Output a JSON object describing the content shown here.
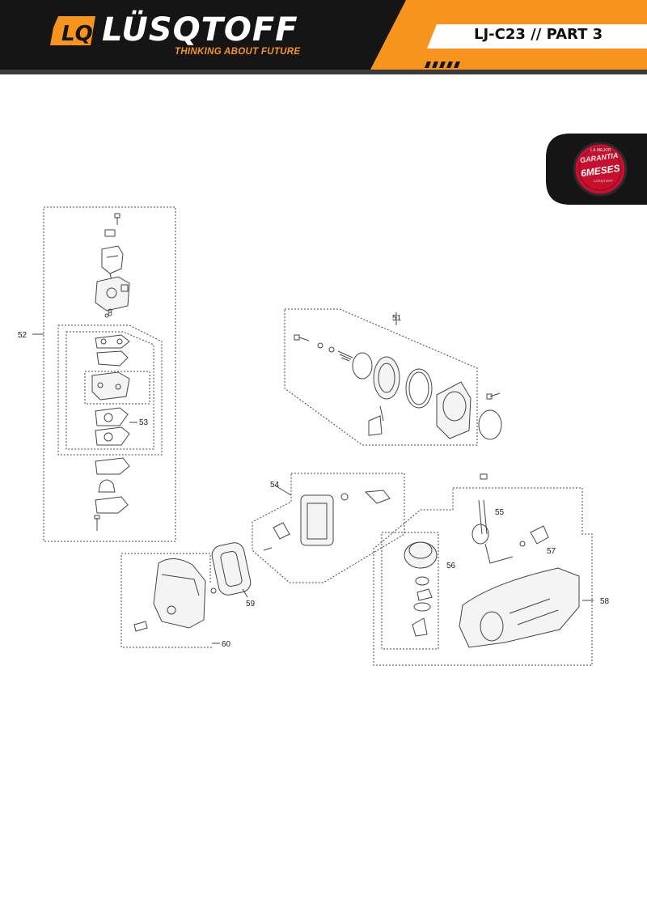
{
  "header": {
    "brand_logo": "lq-monogram-logo",
    "brand_name": "LÜSQTOFF",
    "tagline": "THINKING ABOUT FUTURE",
    "model_label": "LJ-C23 // PART 3",
    "colors": {
      "orange": "#f7941d",
      "black": "#151515",
      "white": "#ffffff"
    }
  },
  "badge": {
    "line_top": "LA MEJOR",
    "garantia": "GARANTIA",
    "meses": "6MESES",
    "brand_small": "LÜSQTOFF",
    "color": "#c8102e"
  },
  "diagram": {
    "callouts": {
      "p51": "51",
      "p52": "52",
      "p53": "53",
      "p54": "54",
      "p55": "55",
      "p56": "56",
      "p57": "57",
      "p58": "58",
      "p59": "59",
      "p60": "60"
    }
  }
}
